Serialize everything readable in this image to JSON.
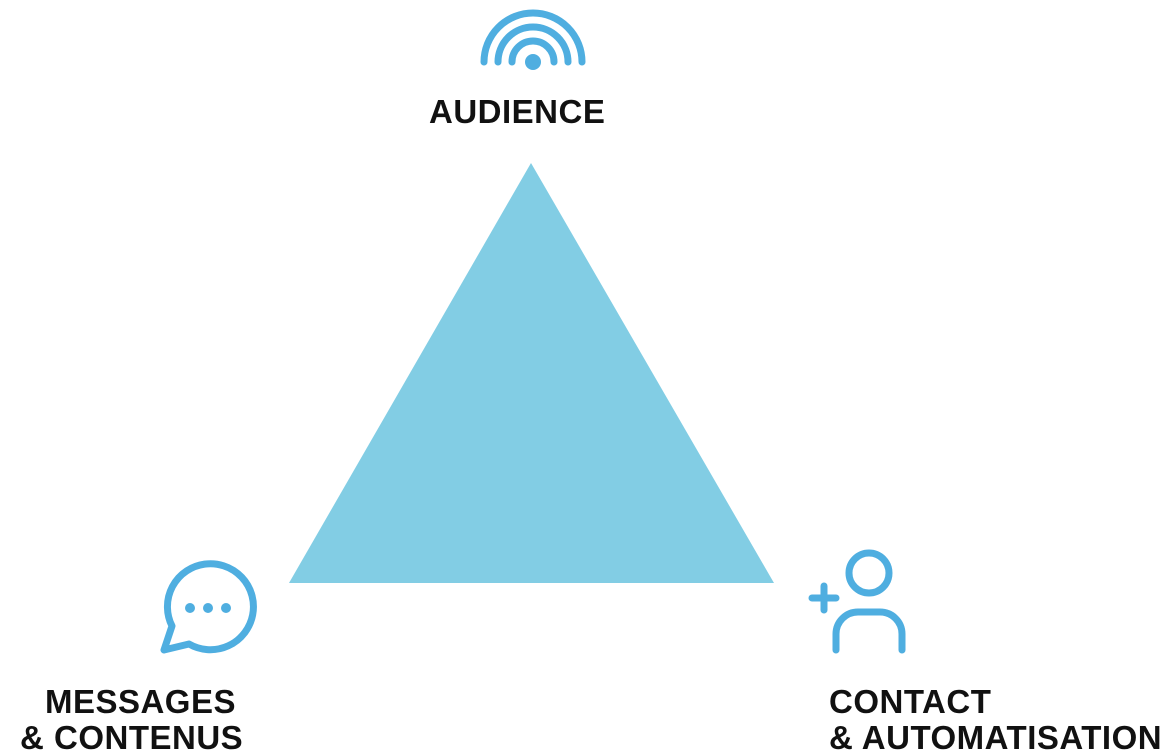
{
  "diagram": {
    "nodes": [
      {
        "id": "audience",
        "label_lines": [
          "AUDIENCE"
        ],
        "icon": "broadcast-signal-icon"
      },
      {
        "id": "messages",
        "label_lines": [
          "MESSAGES",
          "& CONTENUS"
        ],
        "icon": "chat-bubble-icon"
      },
      {
        "id": "contact",
        "label_lines": [
          "CONTACT",
          "& AUTOMATISATION"
        ],
        "icon": "add-user-icon"
      }
    ]
  },
  "colors": {
    "triangle_fill": "#82CDE4",
    "icon_stroke": "#4FAEE0",
    "text": "#111111"
  }
}
